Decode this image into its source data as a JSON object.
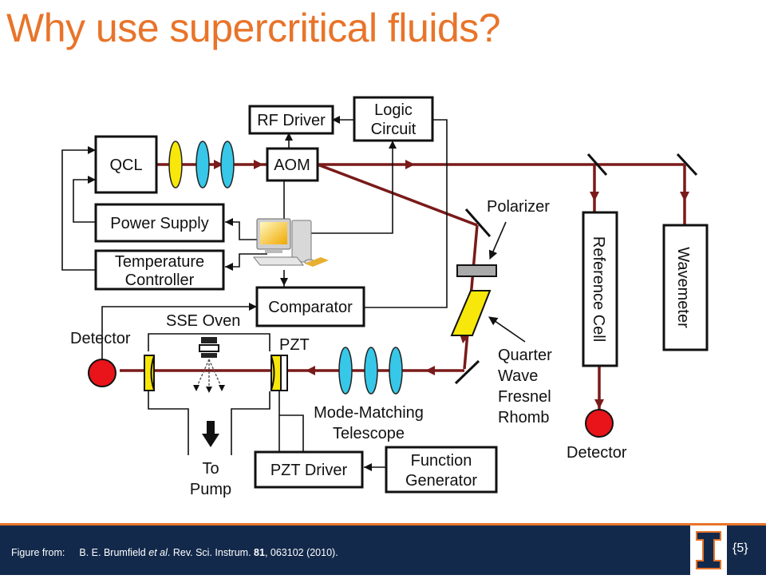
{
  "slide": {
    "title": "Why use supercritical fluids?",
    "page_number": "{5}"
  },
  "diagram": {
    "boxes": {
      "qcl": "QCL",
      "aom": "AOM",
      "rf_driver": "RF Driver",
      "logic_circuit": [
        "Logic",
        "Circuit"
      ],
      "power_supply": "Power Supply",
      "temperature_controller": [
        "Temperature",
        "Controller"
      ],
      "comparator": "Comparator",
      "reference_cell": "Reference Cell",
      "wavemeter": "Wavemeter",
      "pzt_driver": "PZT Driver",
      "function_generator": [
        "Function",
        "Generator"
      ]
    },
    "labels": {
      "polarizer": "Polarizer",
      "sse_oven": "SSE Oven",
      "detector_left": "Detector",
      "detector_right": "Detector",
      "pzt": "PZT",
      "quarter_wave": [
        "Quarter",
        "Wave",
        "Fresnel",
        "Rhomb"
      ],
      "mode_matching": [
        "Mode-Matching",
        "Telescope"
      ],
      "to_pump": [
        "To",
        "Pump"
      ]
    },
    "colors": {
      "beam": "#7a1a1a",
      "lens_yellow": "#f7e70a",
      "lens_cyan": "#37c7e8",
      "detector": "#e8141a",
      "title": "#e8742a",
      "footer": "#13294b"
    }
  },
  "footer": {
    "prefix": "Figure from:",
    "authors": "B. E. Brumfield",
    "et_al": "et al",
    "journal": ". Rev. Sci. Instrum.",
    "volume": "81",
    "rest": ", 063102 (2010)."
  },
  "logo": {
    "icon": "block-i-logo-icon"
  }
}
